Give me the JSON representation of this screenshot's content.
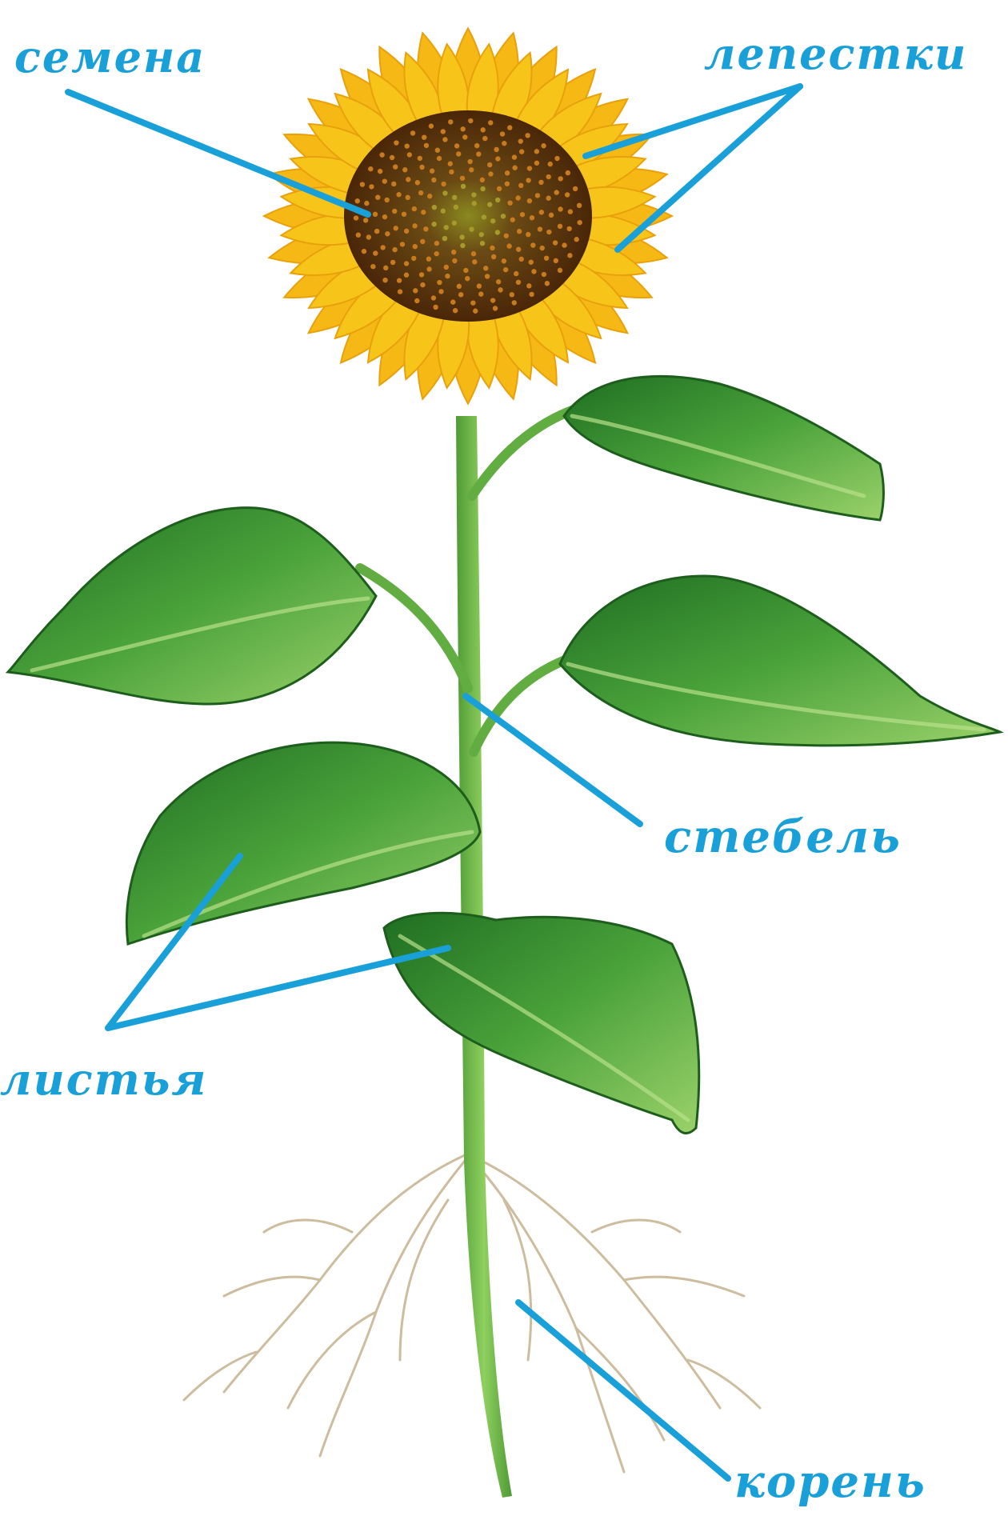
{
  "labels": {
    "seeds": "семена",
    "petals": "лепестки",
    "stem": "стебель",
    "leaves": "листья",
    "root": "корень"
  },
  "colors": {
    "pointer": "#1aa0d8",
    "petal": "#f7c51a",
    "petal_dark": "#e8a10c",
    "center": "#6b3a12",
    "center_inner": "#8a7a18",
    "leaf": "#2f8f2a",
    "leaf_light": "#7fc24e",
    "stem": "#6db84a",
    "root": "#c9b89a"
  },
  "icons": {
    "flower": "sunflower-head",
    "leaf": "leaf-shape",
    "roots": "root-system"
  }
}
